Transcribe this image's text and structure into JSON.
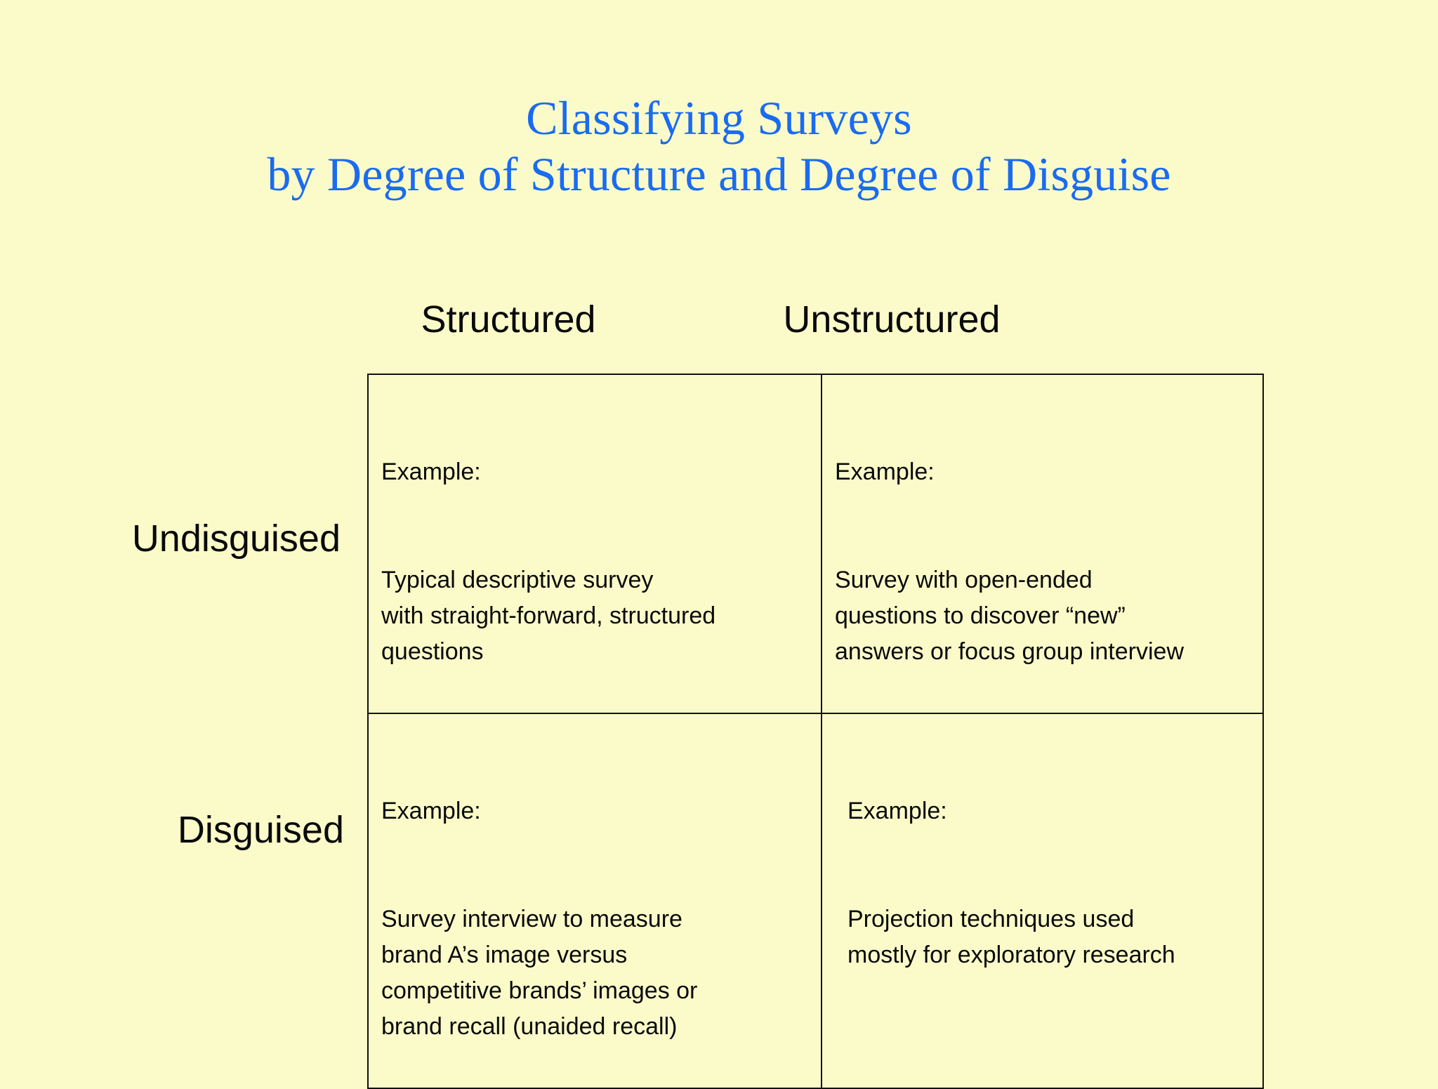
{
  "slide": {
    "background_color": "#fbfbca",
    "title_color": "#1a6bf0",
    "text_color": "#0a0a0a",
    "border_color": "#111111",
    "title_line_1": "Classifying Surveys",
    "title_line_2": "by Degree of Structure and Degree of Disguise"
  },
  "matrix": {
    "column_headers": [
      {
        "label": "Structured"
      },
      {
        "label": "Unstructured"
      }
    ],
    "row_labels": [
      {
        "label": "Undisguised"
      },
      {
        "label": "Disguised"
      }
    ],
    "cells": {
      "undisguised_structured": {
        "example_label": "Example:",
        "body": "Typical descriptive survey\nwith straight-forward, structured\nquestions"
      },
      "undisguised_unstructured": {
        "example_label": "Example:",
        "body": "Survey with open-ended\nquestions to discover “new”\nanswers or focus group interview"
      },
      "disguised_structured": {
        "example_label": "Example:",
        "body": "Survey interview to measure\nbrand A’s image versus\ncompetitive brands’ images or\nbrand recall (unaided recall)"
      },
      "disguised_unstructured": {
        "example_label": "Example:",
        "body": "Projection techniques used\nmostly for exploratory research"
      }
    }
  }
}
